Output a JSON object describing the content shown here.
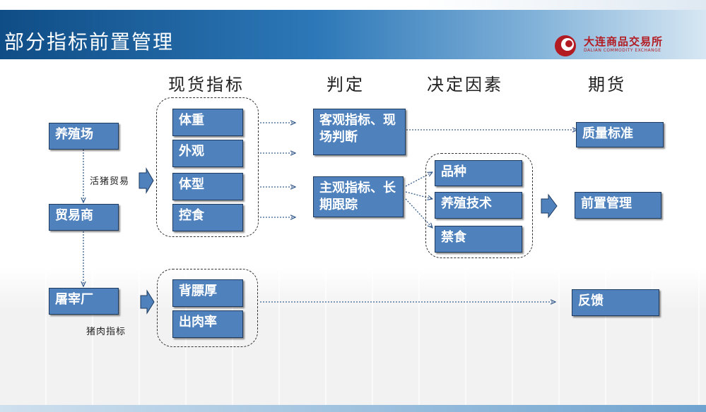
{
  "header": {
    "title": "部分指标前置管理",
    "logo_text": "大连商品交易所",
    "logo_sub": "DALIAN COMMODITY EXCHANGE"
  },
  "columns": {
    "spot": "现货指标",
    "judge": "判定",
    "factors": "决定因素",
    "futures": "期货"
  },
  "sources": {
    "farm": "养殖场",
    "trader": "贸易商",
    "slaughter": "屠宰厂",
    "live_hog_trade": "活猪贸易",
    "pork_index": "猪肉指标"
  },
  "spot_indicators": {
    "weight": "体重",
    "appearance": "外观",
    "body_shape": "体型",
    "feed_control": "控食",
    "backfat": "背膘厚",
    "meat_yield": "出肉率"
  },
  "judgement": {
    "objective": "客观指标、现场判断",
    "subjective": "主观指标、长期跟踪"
  },
  "factors": {
    "breed": "品种",
    "breeding_tech": "养殖技术",
    "fasting": "禁食"
  },
  "futures": {
    "quality": "质量标准",
    "pre_management": "前置管理",
    "feedback": "反馈"
  },
  "colors": {
    "box_fill": "#4f81bd",
    "header_dark": "#0f4d86",
    "arrow": "#3a5f8f",
    "logo_red": "#b31b22"
  }
}
